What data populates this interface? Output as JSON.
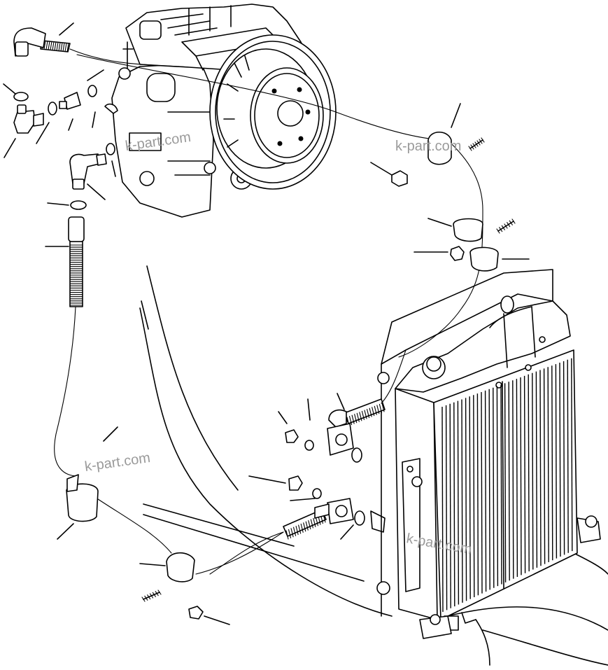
{
  "watermarks": [
    "k-part.com",
    "k-part.com",
    "k-part.com",
    "k-part.com"
  ],
  "colors": {
    "line": "#000000",
    "background": "#ffffff",
    "watermark": "#9a9a9a"
  },
  "parts": [
    "transmission",
    "flywheel",
    "radiator",
    "radiator-cap",
    "hose-upper-left",
    "hose-left-long",
    "hose-radiator-upper",
    "hose-radiator-lower",
    "elbow-fitting-top",
    "elbow-fitting-left",
    "elbow-fitting-mid",
    "adapter",
    "o-rings",
    "clamps",
    "bolts",
    "nuts",
    "washers",
    "flanges",
    "brackets",
    "tubes"
  ],
  "callouts": 25
}
